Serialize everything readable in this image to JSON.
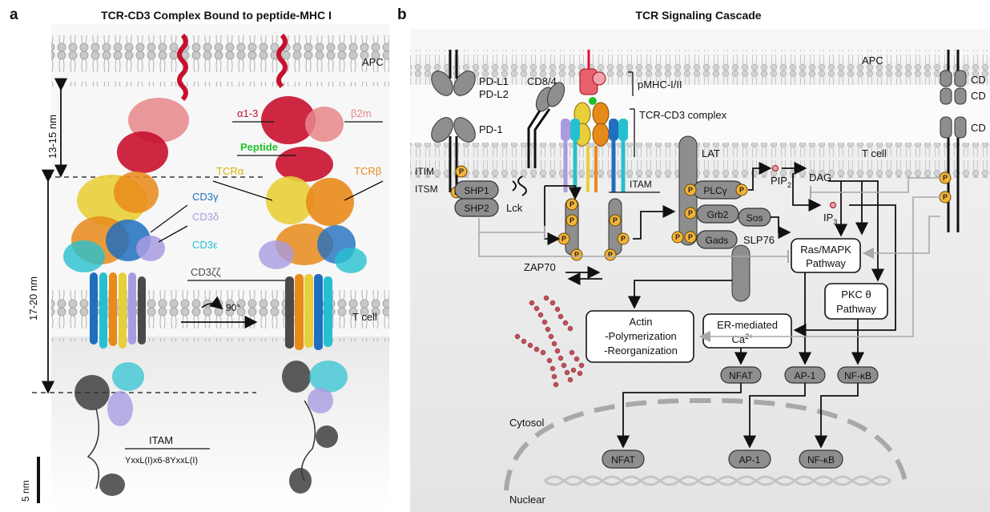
{
  "panel_a": {
    "letter": "a",
    "title": "TCR-CD3 Complex Bound to peptide-MHC I",
    "apc_label": "APC",
    "tcell_label": "T cell",
    "dist_top": "13-15 nm",
    "dist_bottom": "17-20 nm",
    "rotation": "90°",
    "labels": {
      "alpha": "α1-3",
      "b2m": "β2m",
      "peptide": "Peptide",
      "tcr_alpha": "TCRα",
      "tcr_beta": "TCRβ",
      "cd3g": "CD3γ",
      "cd3d": "CD3δ",
      "cd3e": "CD3ε",
      "cd3zz": "CD3ζζ"
    },
    "itam": "ITAM",
    "motif": "YxxL(I)x6-8YxxL(I)",
    "scale": "5 nm"
  },
  "panel_b": {
    "letter": "b",
    "title": "TCR Signaling Cascade",
    "apc_label": "APC",
    "tcell_label": "T cell",
    "pdl": "PD-L1\nPD-L2",
    "pdl1": "PD-L1",
    "pdl2": "PD-L2",
    "pd1": "PD-1",
    "cd84": "CD8/4",
    "pmhc": "pMHC-I/II",
    "tcr_cd3": "TCR-CD3 complex",
    "cd_right_1": "CD",
    "cd_right_2": "CD",
    "cd_right_3": "CD",
    "itim": "ITIM",
    "itsm": "ITSM",
    "shp1": "SHP1",
    "shp2": "SHP2",
    "lck": "Lck",
    "itam": "ITAM",
    "zap70": "ZAP70",
    "lat": "LAT",
    "plcg": "PLCγ",
    "grb2": "Grb2",
    "sos": "Sos",
    "gads": "Gads",
    "slp76": "SLP76",
    "pip2": "PIP",
    "pip2_sub": "2",
    "ip3": "IP",
    "ip3_sub": "3",
    "dag": "DAG",
    "p": "P",
    "ras_line1": "Ras/MAPK",
    "ras_line2": "Pathway",
    "pkc_line1": "PKC θ",
    "pkc_line2": "Pathway",
    "actin_line1": "Actin",
    "actin_line2": "-Polymerization",
    "actin_line3": "-Reorganization",
    "er_line1": "ER-mediated",
    "er_line2": "Ca",
    "er_sup": "2+",
    "nfat": "NFAT",
    "ap1": "AP-1",
    "nfkb": "NF-κB",
    "cytosol": "Cytosol",
    "nuclear": "Nuclear"
  },
  "colors": {
    "mhc_red": "#c8102e",
    "b2m_pink": "#e8868a",
    "peptide_green": "#22c02a",
    "tcr_alpha_yellow": "#e8cf3a",
    "tcr_beta_orange": "#e88a1a",
    "cd3g_blue": "#1f6fc0",
    "cd3d_lavender": "#a99be0",
    "cd3e_cyan": "#25c0d0",
    "cd3zz_gray": "#4a4a4a",
    "phospho_orange": "#f4b43a"
  }
}
